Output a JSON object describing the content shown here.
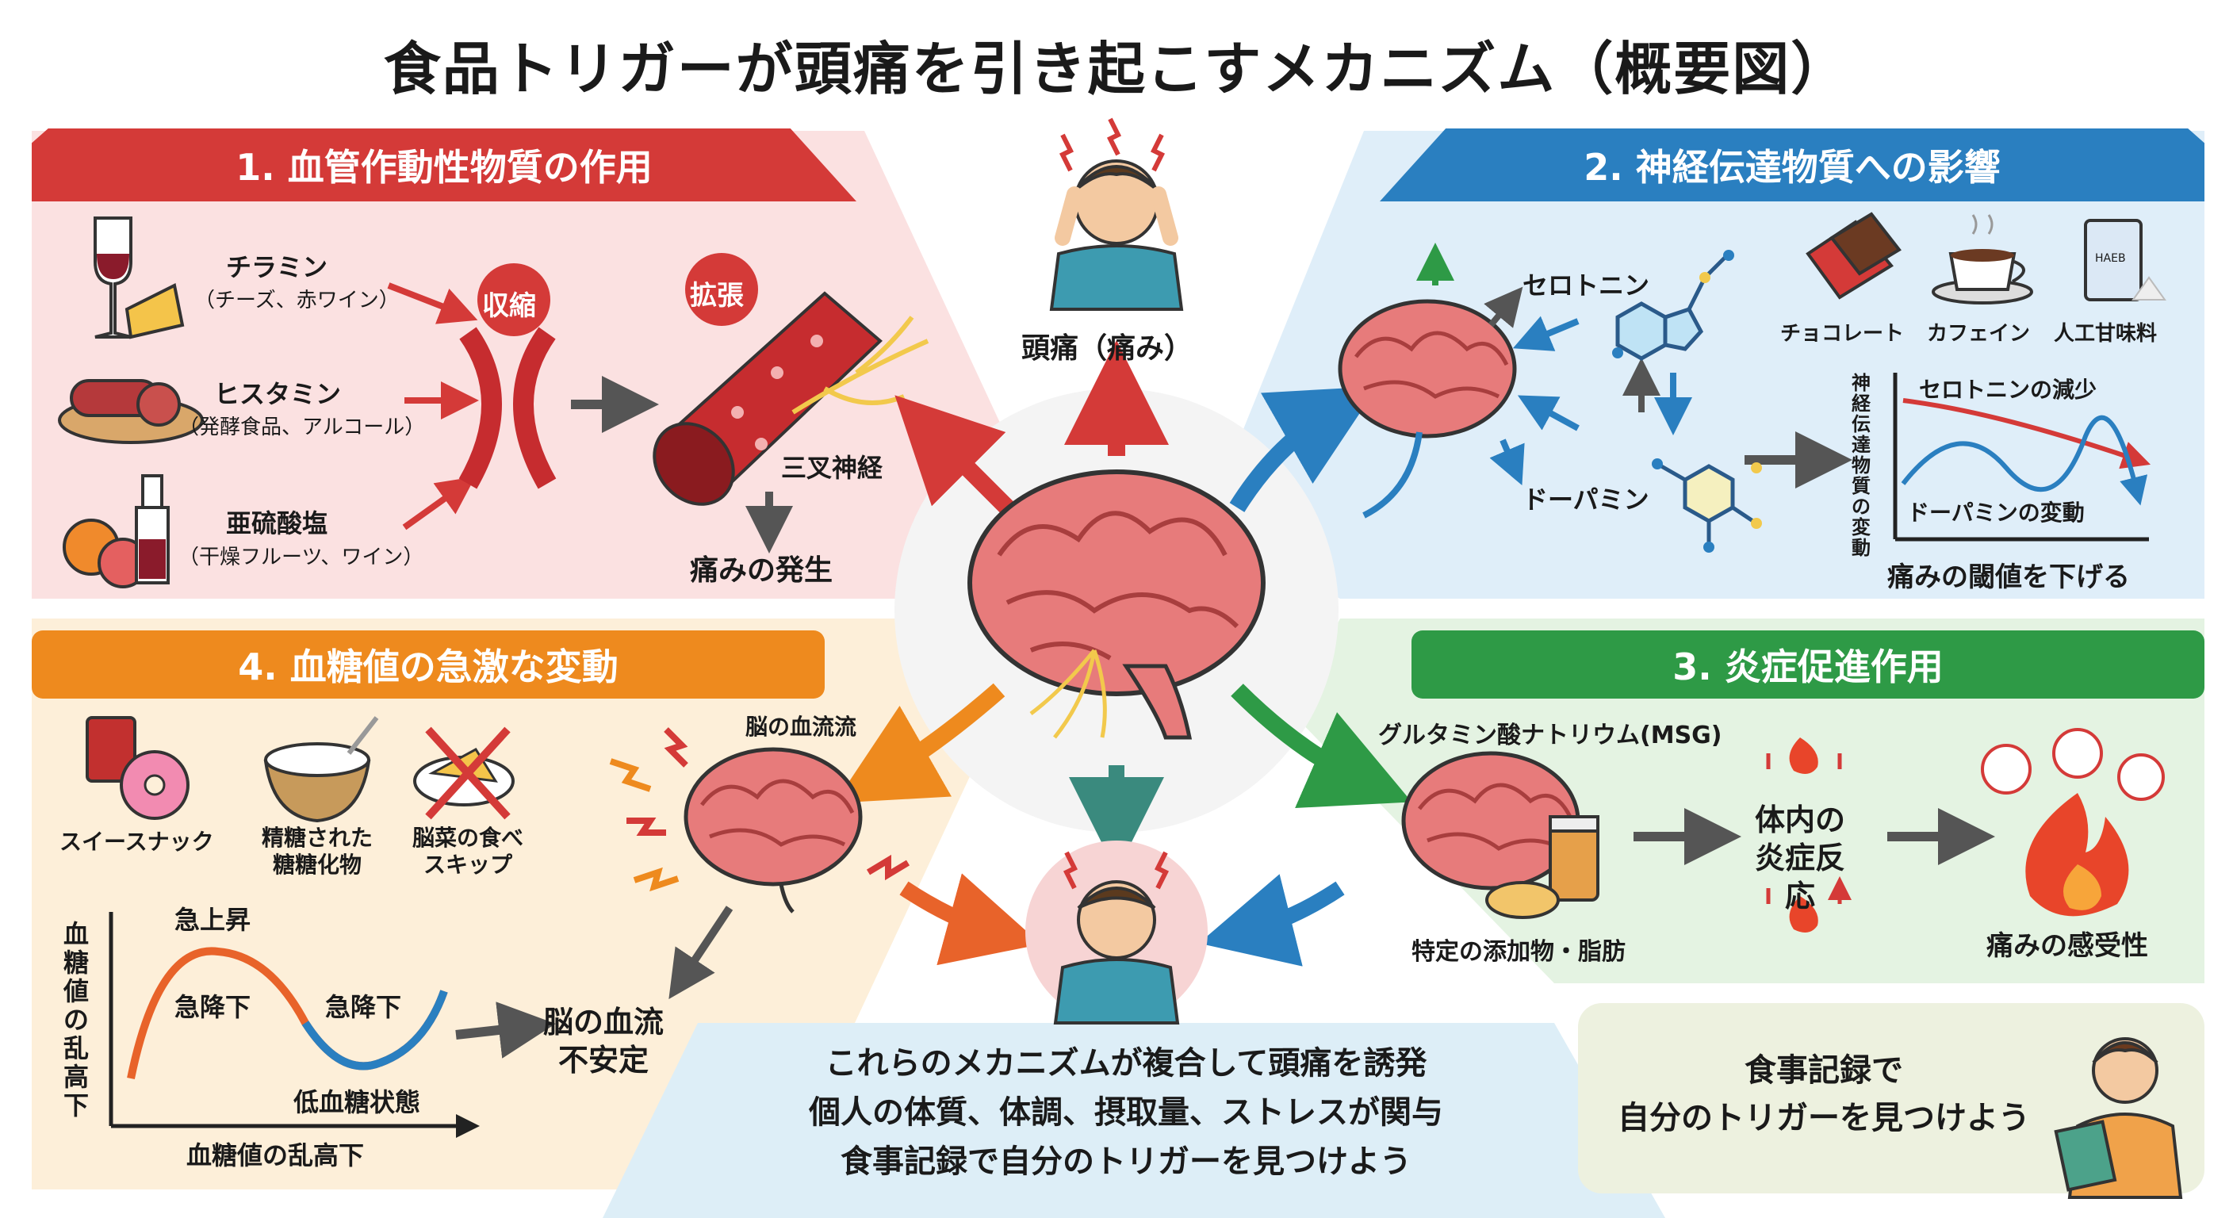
{
  "title": "食品トリガーが頭痛を引き起こすメカニズム（概要図）",
  "center": {
    "headache_top": "頭痛（痛み）"
  },
  "s1": {
    "heading": "1. 血管作動性物質の作用",
    "tyramine": "チラミン",
    "tyramine_src": "（チーズ、赤ワイン）",
    "histamine": "ヒスタミン",
    "histamine_src": "（発酵食品、アルコール）",
    "sulfite": "亜硫酸塩",
    "sulfite_src": "（干燥フルーツ、ワイン）",
    "contract": "収縮",
    "dilate": "拡張",
    "trigeminal": "三叉神経",
    "pain": "痛みの発生"
  },
  "s2": {
    "heading": "2. 神経伝達物質への影響",
    "serotonin": "セロトニン",
    "dopamine": "ドーパミン",
    "choco": "チョコレート",
    "caffeine": "カフェイン",
    "sweetener": "人工甘味料",
    "graph_y": "神経伝達物質の変動",
    "serotonin_drop": "セロトニンの減少",
    "dopamine_change": "ドーパミンの変動",
    "threshold": "痛みの閾値を下げる",
    "bag_label": "HAEB"
  },
  "s3": {
    "heading": "3. 炎症促進作用",
    "msg": "グルタミン酸ナトリウム(MSG)",
    "additives": "特定の添加物・脂肪",
    "inflam": "体内の炎症反応",
    "sensitivity": "痛みの感受性"
  },
  "s4": {
    "heading": "4. 血糖値の急激な変動",
    "sweet": "スイースナック",
    "refined_1": "精糖された",
    "refined_2": "糖糖化物",
    "skip_1": "脳菜の食べ",
    "skip_2": "スキップ",
    "bloodflow": "脳の血流流",
    "rise": "急上昇",
    "drop1": "急降下",
    "drop2": "急降下",
    "hypo": "低血糖状態",
    "y_axis": "血糖値の乱高下",
    "x_axis": "血糖値の乱高下",
    "unstable_1": "脳の血流",
    "unstable_2": "不安定"
  },
  "summary": {
    "line1": "これらのメカニズムが複合して頭痛を誘発",
    "line2": "個人の体質、体調、摂取量、ストレスが関与",
    "line3": "食事記録で自分のトリガーを見つけよう"
  },
  "tip": {
    "line1": "食事記録で",
    "line2": "自分のトリガーを見つけよう"
  },
  "colors": {
    "red": "#d43a38",
    "blue": "#2a7fc0",
    "green": "#2e9a46",
    "orange": "#ee8a1e"
  }
}
